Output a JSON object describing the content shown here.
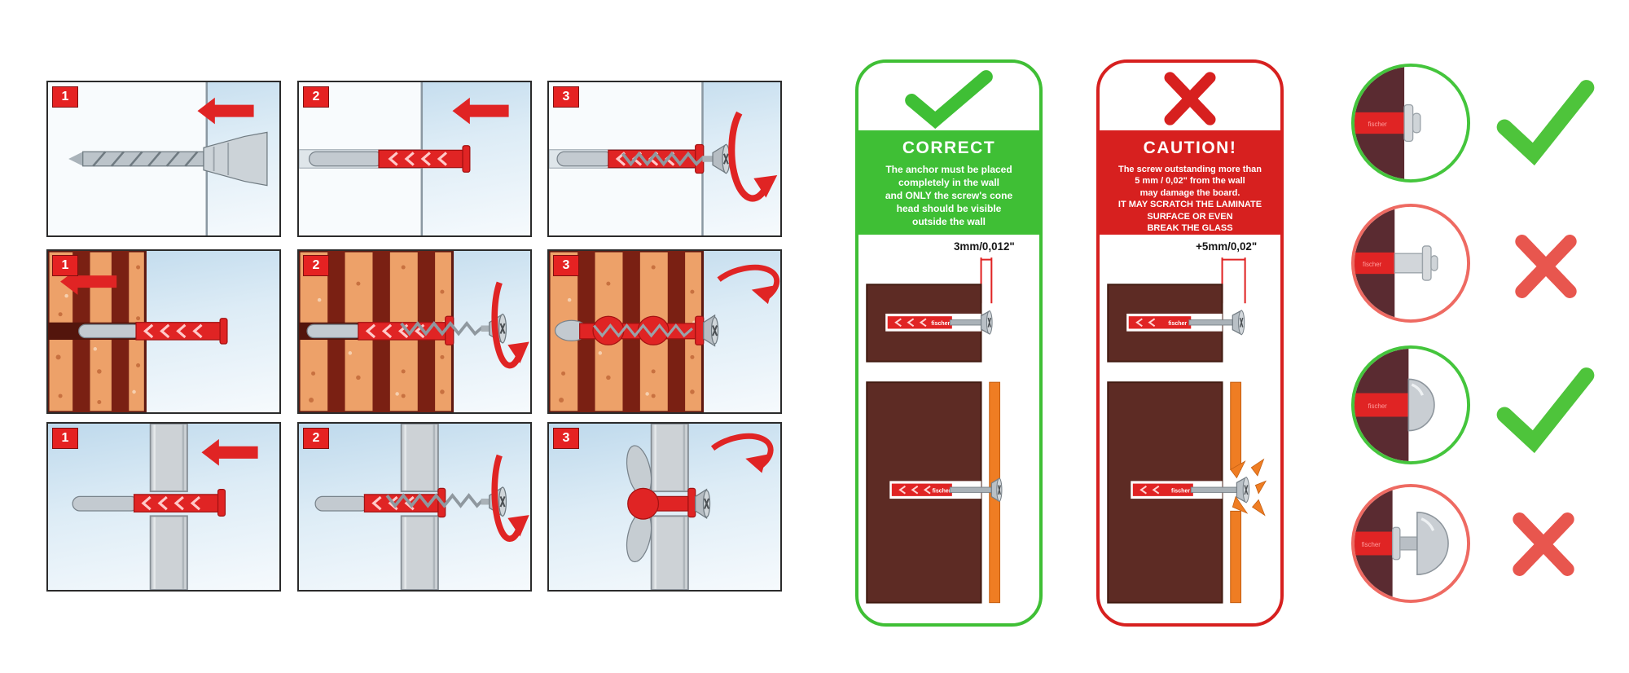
{
  "brand": "fischer",
  "steps": {
    "rows": [
      {
        "panels": [
          {
            "number": "1"
          },
          {
            "number": "2"
          },
          {
            "number": "3"
          }
        ]
      },
      {
        "panels": [
          {
            "number": "1"
          },
          {
            "number": "2"
          },
          {
            "number": "3"
          }
        ]
      },
      {
        "panels": [
          {
            "number": "1"
          },
          {
            "number": "2"
          },
          {
            "number": "3"
          }
        ]
      }
    ]
  },
  "correct_card": {
    "title": "CORRECT",
    "body": "The anchor must be placed\ncompletely in the wall\nand ONLY the screw's cone\nhead should be visible\noutside the wall",
    "measurement": "3mm/0,012\"",
    "accent_color": "#3fbf35"
  },
  "caution_card": {
    "title": "CAUTION!",
    "body": "The screw outstanding more than\n5 mm / 0,02\" from the wall\nmay damage the board.\nIT MAY SCRATCH THE LAMINATE\nSURFACE OR EVEN\nBREAK THE GLASS",
    "measurement": "+5mm/0,02\"",
    "accent_color": "#d7201f"
  },
  "examples": [
    {
      "icon": "check"
    },
    {
      "icon": "x"
    },
    {
      "icon": "check"
    },
    {
      "icon": "x"
    }
  ],
  "colors": {
    "anchor_red": "#e02424",
    "wall_brown": "#5d2b24",
    "laminate_orange": "#ef7d23",
    "correct_green": "#3fbf35",
    "caution_red": "#d7201f",
    "check_green": "#4ec43b",
    "cross_red": "#e8564e"
  }
}
